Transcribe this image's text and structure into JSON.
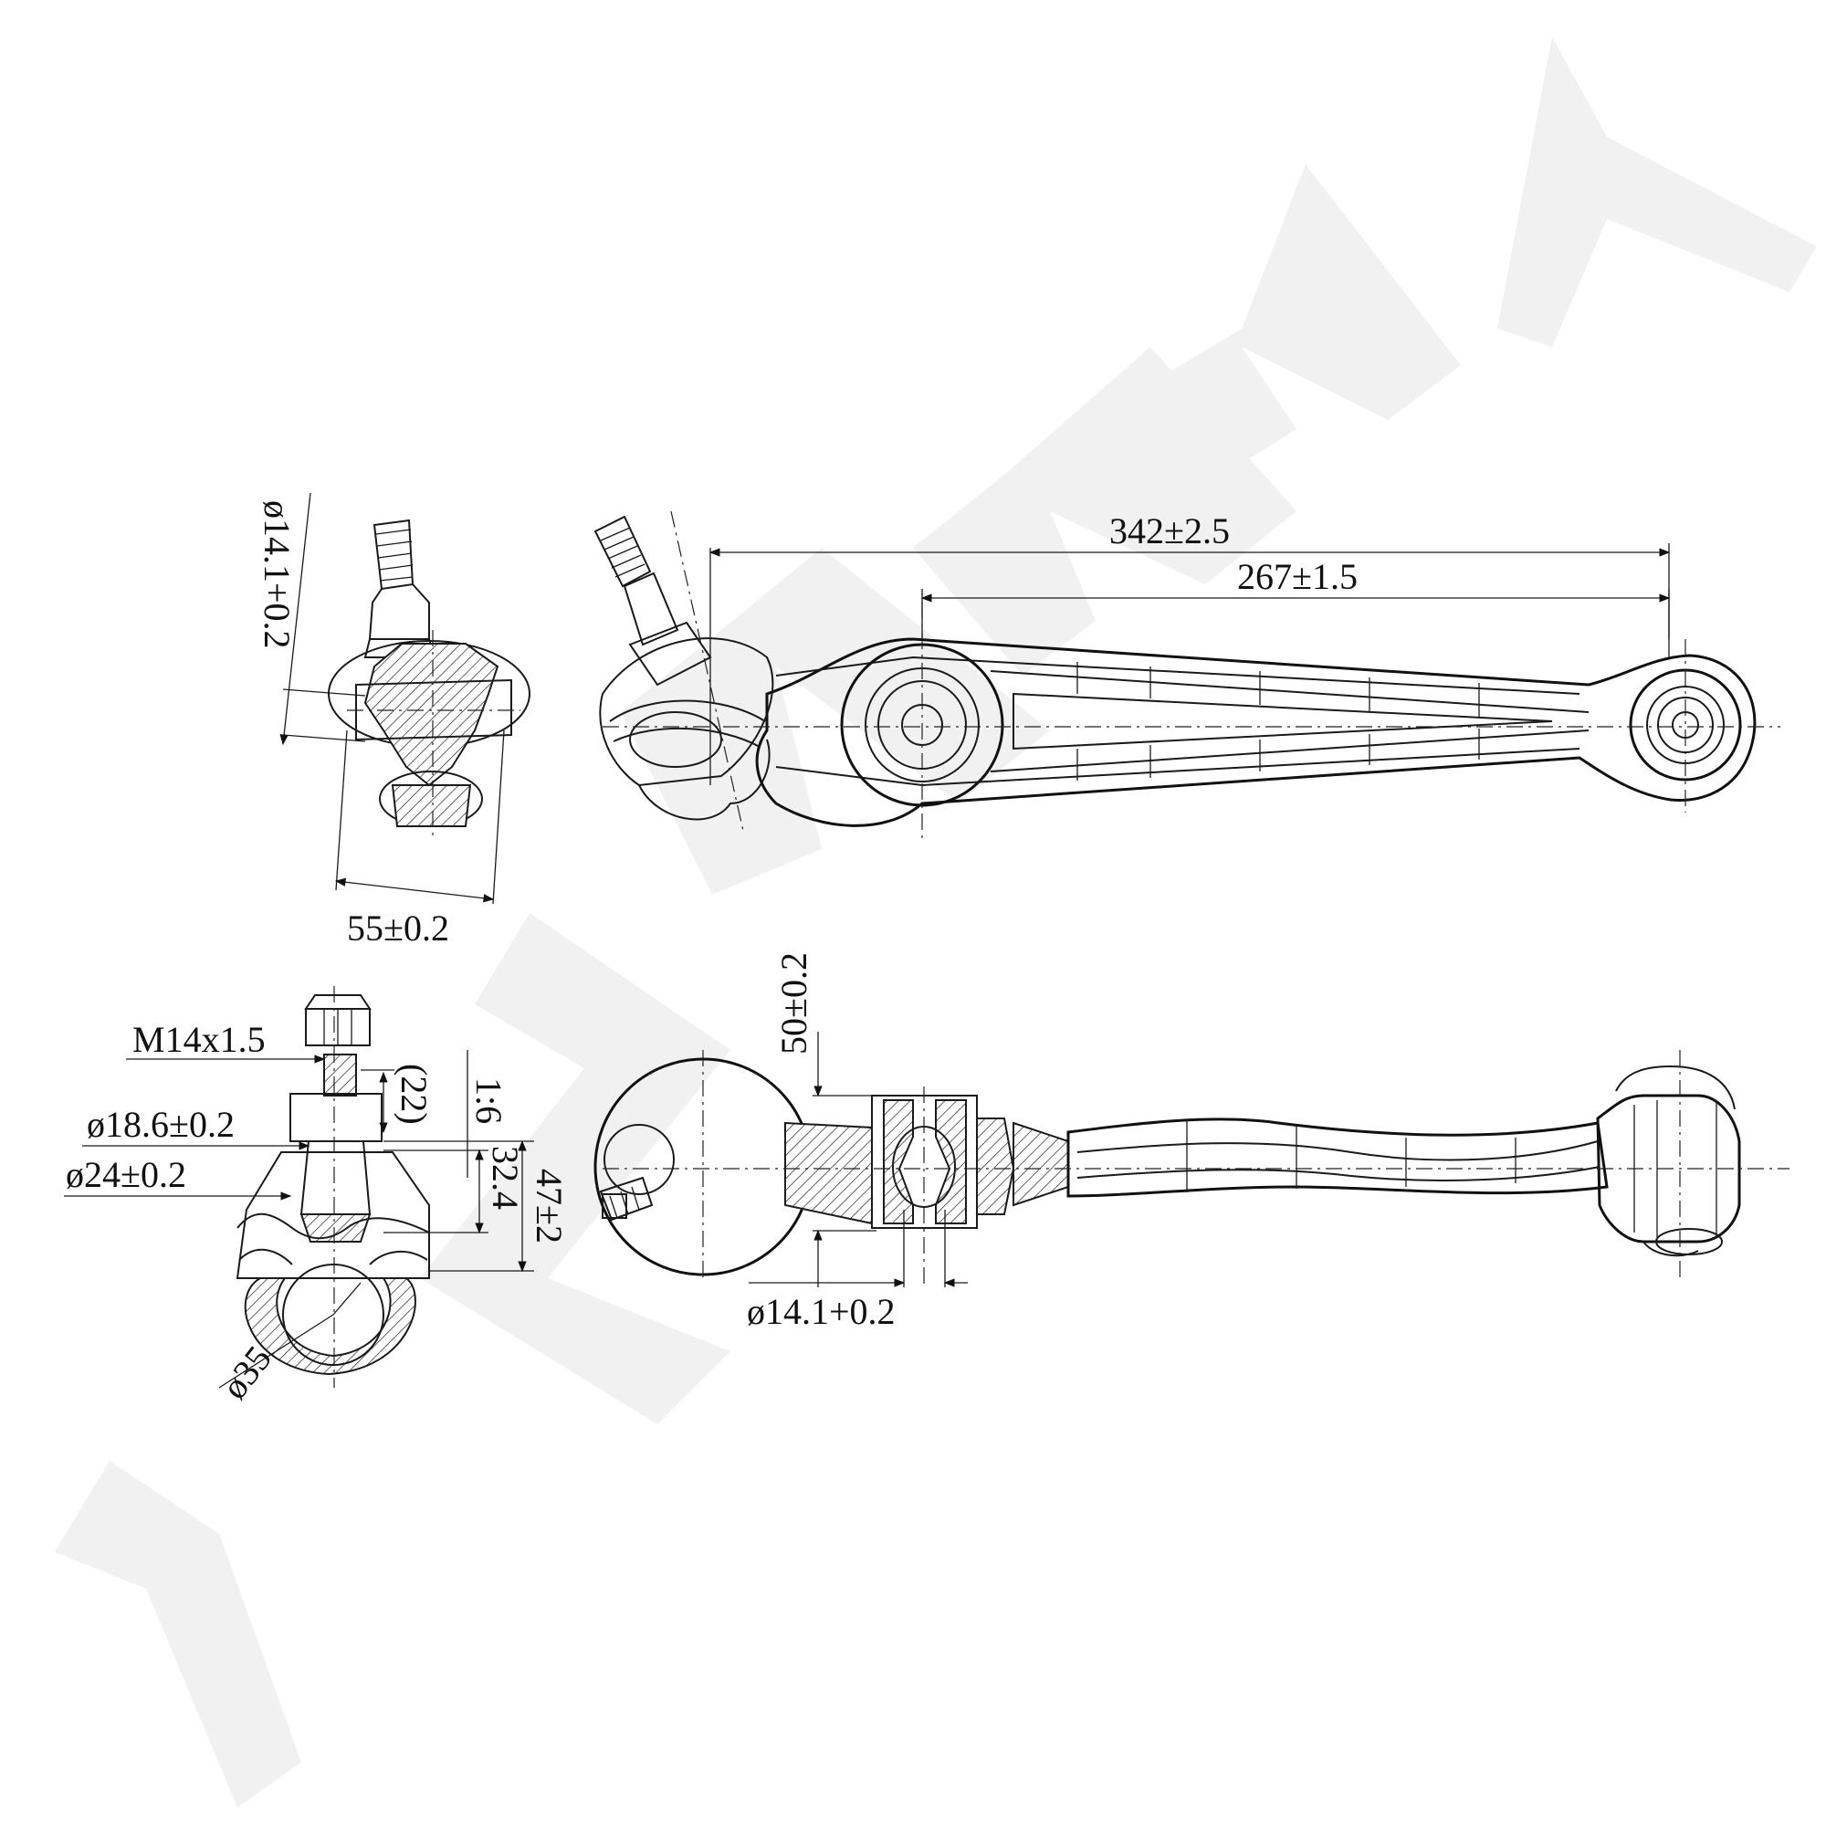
{
  "watermark": "ZENEK",
  "dimensions": {
    "overall_length": "342±2.5",
    "bush_to_bush": "267±1.5",
    "bush_diameter_side": "ø14.1+0.2",
    "bush_width": "55±0.2",
    "bush_height": "50±0.2",
    "bush_diameter_bottom": "ø14.1+0.2",
    "thread": "M14x1.5",
    "stud_length": "(22)",
    "taper": "1:6",
    "taper_diameter": "ø18.6±0.2",
    "shank_diameter": "ø24±0.2",
    "joint_height": "32.4",
    "total_height": "47±2",
    "ball_diameter": "ø35"
  }
}
